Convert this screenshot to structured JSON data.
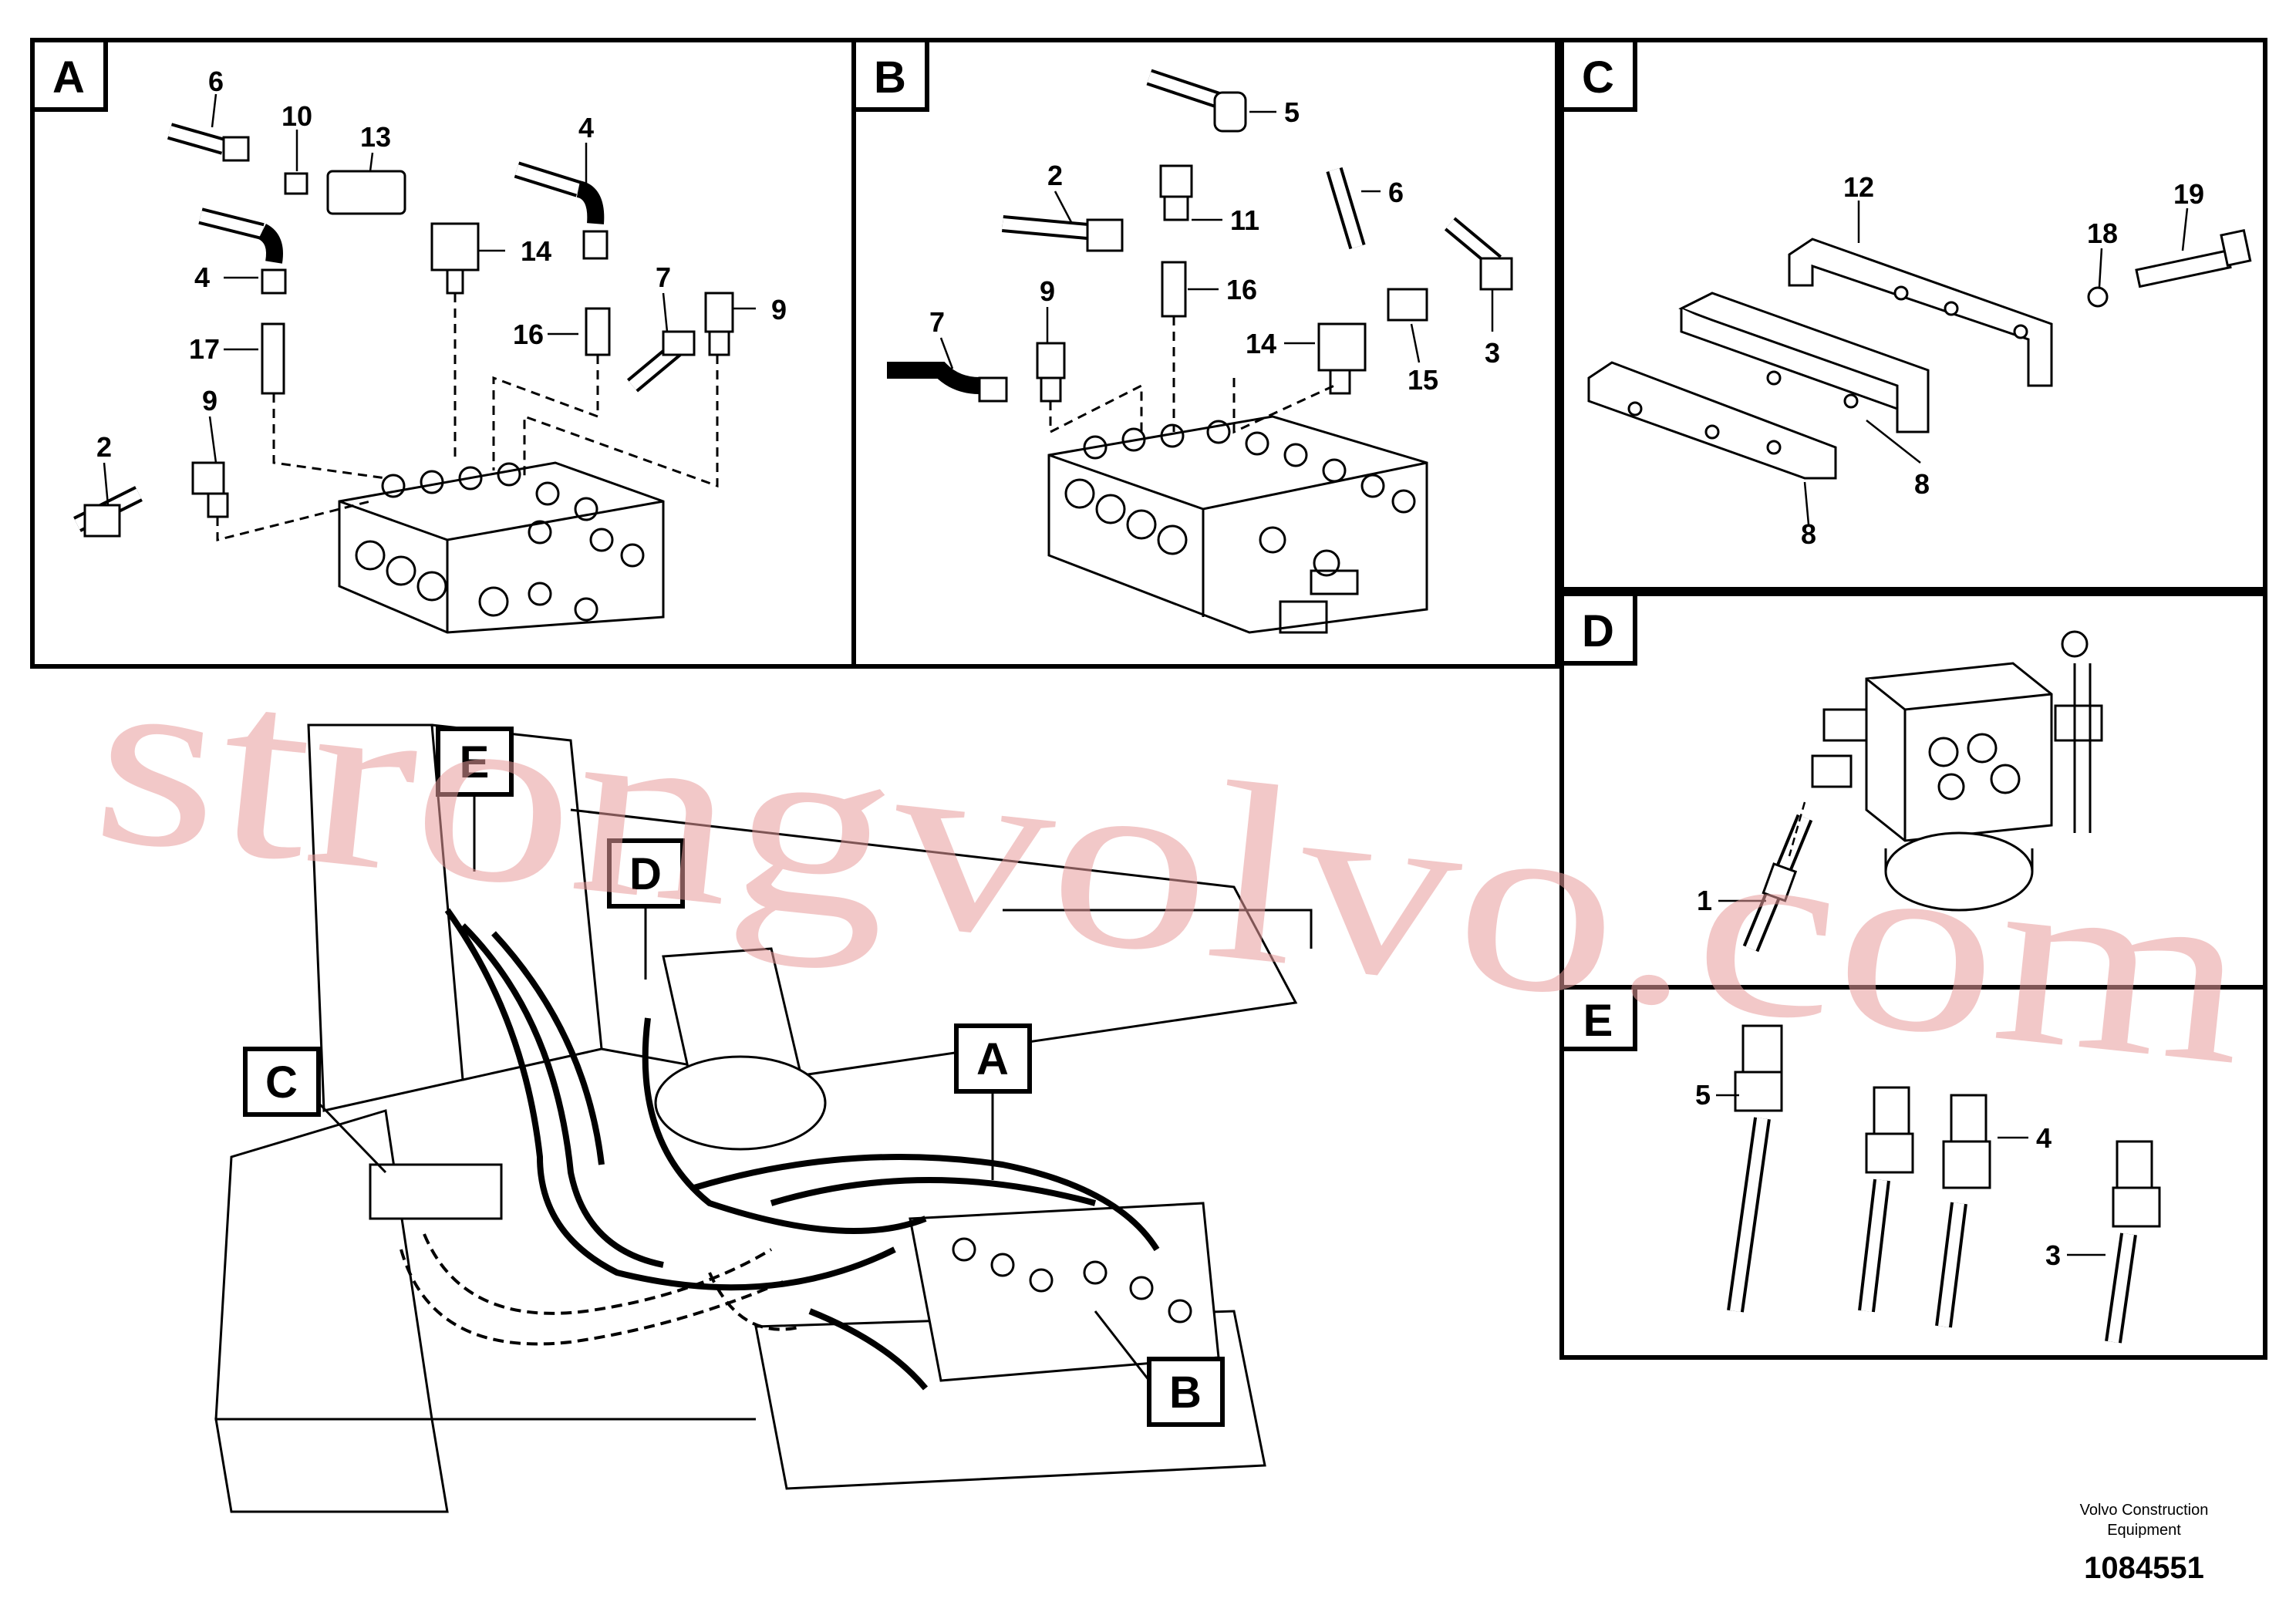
{
  "panels": [
    {
      "letter": "A",
      "callouts": [
        "6",
        "10",
        "13",
        "4",
        "14",
        "4",
        "17",
        "16",
        "7",
        "9",
        "9",
        "2"
      ]
    },
    {
      "letter": "B",
      "callouts": [
        "5",
        "2",
        "11",
        "6",
        "9",
        "16",
        "7",
        "14",
        "15",
        "3"
      ]
    },
    {
      "letter": "C",
      "callouts": [
        "12",
        "19",
        "18",
        "8",
        "8"
      ]
    },
    {
      "letter": "D",
      "callouts": [
        "1"
      ]
    },
    {
      "letter": "E",
      "callouts": [
        "5",
        "4",
        "3"
      ]
    }
  ],
  "overview_labels": [
    "E",
    "D",
    "C",
    "A",
    "B"
  ],
  "watermark": "strongvolvo.com",
  "footer": {
    "company_line1": "Volvo Construction",
    "company_line2": "Equipment",
    "part_number": "1084551"
  }
}
